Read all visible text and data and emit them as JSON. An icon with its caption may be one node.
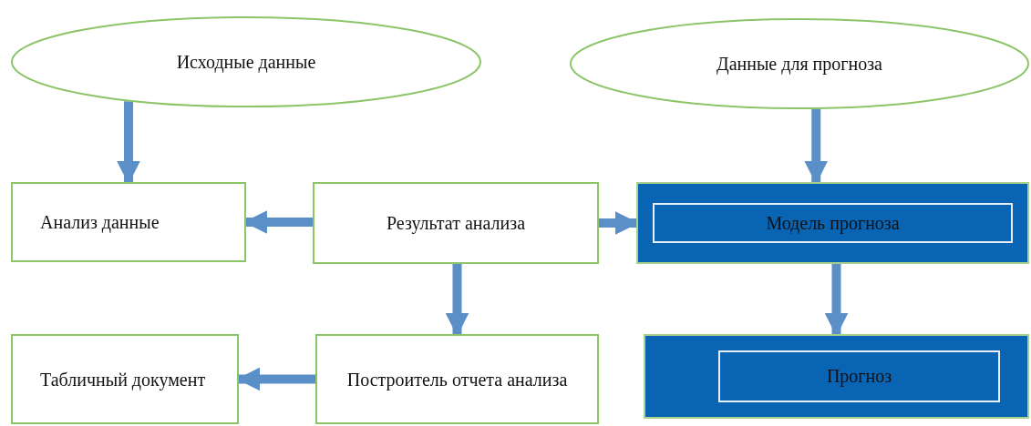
{
  "diagram": {
    "nodes": [
      {
        "text": [
          "Исходные данные"
        ]
      },
      {
        "text": [
          "Данные для прогноза"
        ]
      },
      {
        "text": [
          "Анализ данные"
        ]
      },
      {
        "text": [
          "Результат анализа"
        ]
      },
      {
        "text": [
          "Модель прогноза"
        ]
      },
      {
        "text": [
          "Табличный документ"
        ]
      },
      {
        "text": [
          "Построитель отчета анализа"
        ]
      },
      {
        "text": [
          "Прогноз"
        ]
      }
    ],
    "edges": [
      {
        "from": 0,
        "to": 2,
        "arrow": "to"
      },
      {
        "from": 1,
        "to": 4,
        "arrow": "to"
      },
      {
        "from": 3,
        "to": 2,
        "arrow": "to"
      },
      {
        "from": 3,
        "to": 4,
        "arrow": "to"
      },
      {
        "from": 3,
        "to": 6,
        "arrow": "to"
      },
      {
        "from": 4,
        "to": 7,
        "arrow": "to"
      },
      {
        "from": 6,
        "to": 5,
        "arrow": "to"
      }
    ]
  }
}
